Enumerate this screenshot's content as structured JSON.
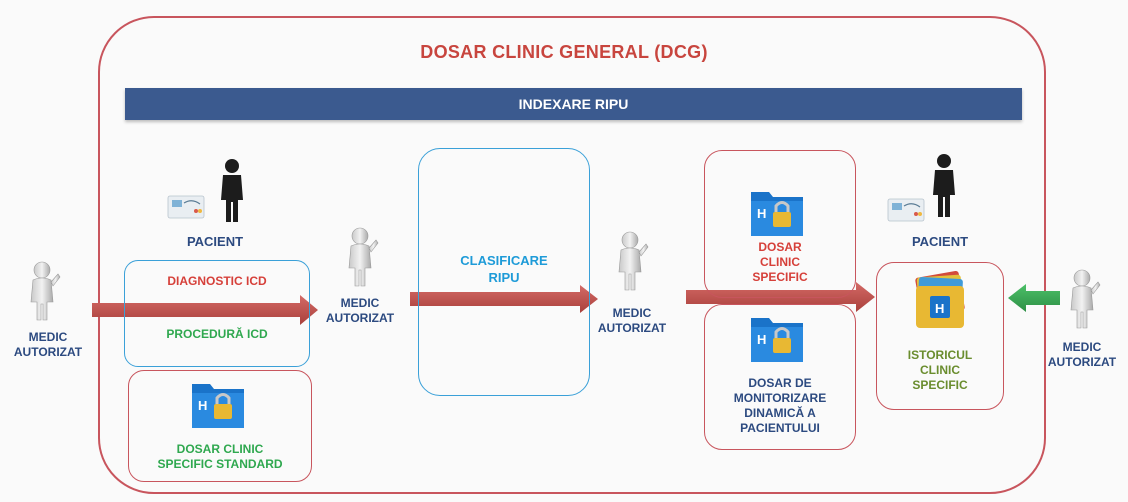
{
  "diagram": {
    "title": "DOSAR CLINIC GENERAL (DCG)",
    "banner": "INDEXARE RIPU",
    "patient_left": "PACIENT",
    "patient_right": "PACIENT",
    "diagnostic": "DIAGNOSTIC ICD",
    "procedure": "PROCEDURĂ ICD",
    "standard_file_line1": "DOSAR CLINIC",
    "standard_file_line2": "SPECIFIC STANDARD",
    "classification_line1": "CLASIFICARE",
    "classification_line2": "RIPU",
    "specific_file_line1": "DOSAR",
    "specific_file_line2": "CLINIC",
    "specific_file_line3": "SPECIFIC",
    "monitoring_line1": "DOSAR DE",
    "monitoring_line2": "MONITORIZARE",
    "monitoring_line3": "DINAMICĂ A",
    "monitoring_line4": "PACIENTULUI",
    "history_line1": "ISTORICUL",
    "history_line2": "CLINIC",
    "history_line3": "SPECIFIC",
    "medic_line1": "MEDIC",
    "medic_line2": "AUTORIZAT",
    "folder_letter": "H",
    "colors": {
      "border_red": "#c8555d",
      "banner_navy": "#3b5a8f",
      "arrow_red": "#c0504d",
      "arrow_green": "#3aa655",
      "folder_blue": "#1a73c9",
      "lock_gold": "#e8b833"
    }
  }
}
